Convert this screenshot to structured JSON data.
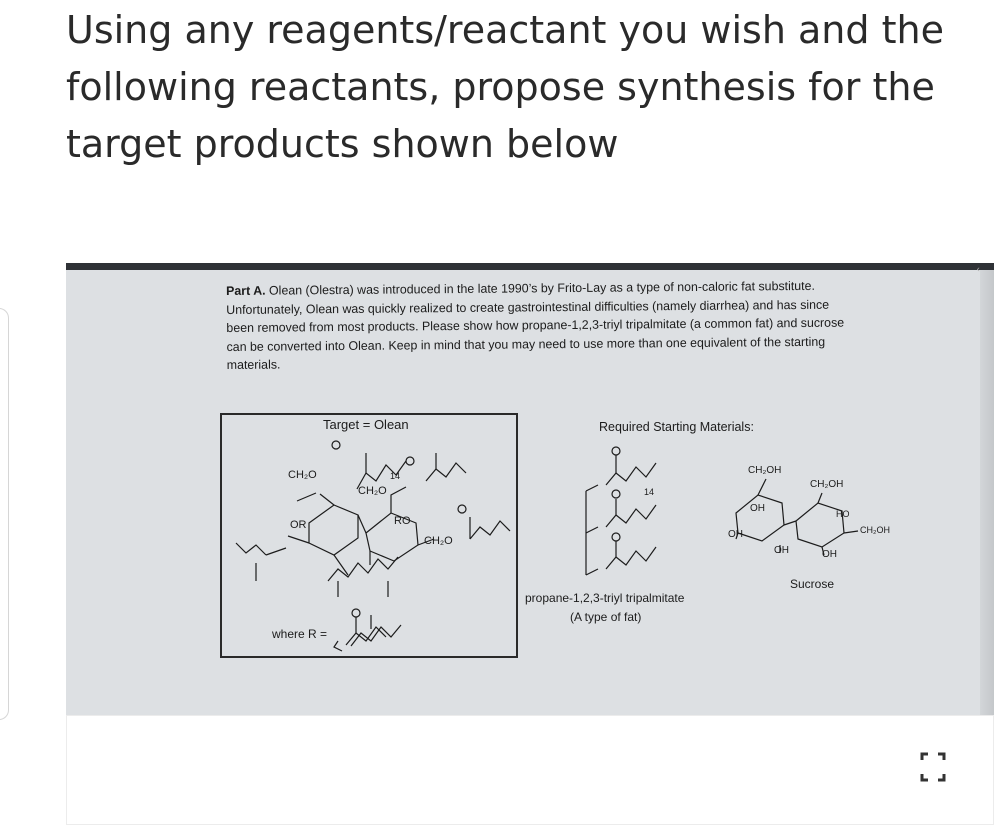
{
  "question": {
    "text": "Using any reagents/reactant you wish and the following reactants, propose synthesis for the target products shown below"
  },
  "image": {
    "part_label": "Part A.",
    "part_text": "Olean (Olestra) was introduced in the late 1990’s by Frito-Lay as a type of non-caloric fat substitute. Unfortunately, Olean was quickly realized to create gastrointestinal difficulties (namely diarrhea) and has since been removed from most products. Please show how propane-1,2,3-triyl tripalmitate (a common fat) and sucrose can be converted into Olean. Keep in mind that you may need to use more than one equivalent of the starting materials.",
    "target_title": "Target = Olean",
    "required_title": "Required Starting Materials:",
    "olean": {
      "ch2o_1": "CH₂O",
      "ch2o_2": "CH₂O",
      "ch2o_3": "CH₂O",
      "or": "OR",
      "ro": "RO",
      "n14": "14",
      "where_r": "where R ="
    },
    "fat": {
      "name": "propane-1,2,3-triyl tripalmitate",
      "desc": "(A type of fat)",
      "n14": "14"
    },
    "sucrose": {
      "name": "Sucrose",
      "ch2oh": "CH₂OH",
      "oh": "OH",
      "ho": "HO"
    }
  },
  "ui": {
    "expand_icon": "expand-icon"
  },
  "colors": {
    "photo_bg": "#dde0e3",
    "ink": "#1c1c1c"
  }
}
